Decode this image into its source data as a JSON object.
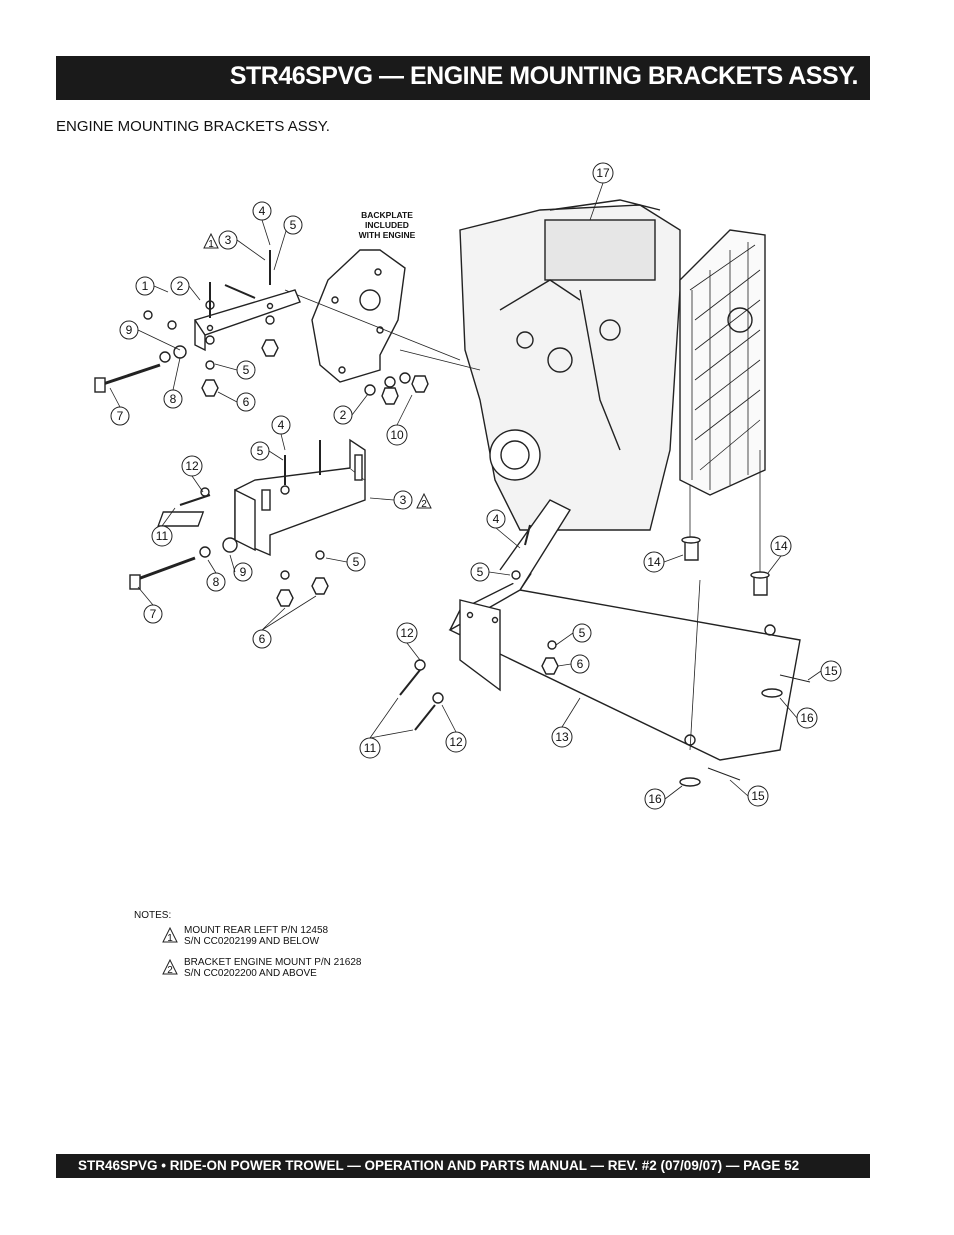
{
  "header": {
    "title": "STR46SPVG — ENGINE  MOUNTING BRACKETS  ASSY."
  },
  "section_title": "ENGINE MOUNTING BRACKETS ASSY.",
  "diagram": {
    "backplate_note": [
      "BACKPLATE",
      "INCLUDED",
      "WITH ENGINE"
    ],
    "callouts": [
      "1",
      "2",
      "3",
      "4",
      "5",
      "6",
      "7",
      "8",
      "9",
      "10",
      "11",
      "12",
      "13",
      "14",
      "15",
      "16",
      "17"
    ],
    "warning_markers": [
      "1",
      "2"
    ]
  },
  "notes": {
    "heading": "NOTES:",
    "items": [
      {
        "marker": "1",
        "line1": "MOUNT REAR LEFT P/N 12458",
        "line2": "S/N CC0202199 AND BELOW"
      },
      {
        "marker": "2",
        "line1": "BRACKET ENGINE MOUNT P/N 21628",
        "line2": "S/N CC0202200 AND ABOVE"
      }
    ]
  },
  "footer": {
    "text": "STR46SPVG • RIDE-ON POWER TROWEL — OPERATION AND PARTS MANUAL — REV. #2 (07/09/07) — PAGE 52"
  }
}
